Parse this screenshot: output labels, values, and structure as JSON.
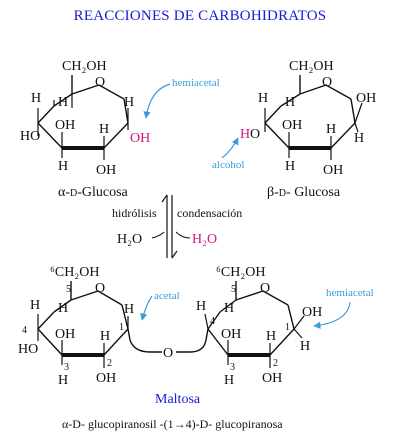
{
  "title": "REACCIONES DE CARBOHIDRATOS",
  "top": {
    "left_name_prefix": "α-",
    "left_name_d": "D",
    "left_name_suffix": "-Glucosa",
    "right_name_prefix": "β-",
    "right_name_d": "D",
    "right_name_suffix": "- Glucosa",
    "hemiacetal_note": "hemiacetal",
    "alcohol_note": "alcohol",
    "ch2oh": "CH₂OH"
  },
  "middle": {
    "hydrolysis": "hidrólisis",
    "condensation": "condensación",
    "water_left": "H₂O",
    "water_right": "H₂O"
  },
  "bottom": {
    "ch2oh_left": "⁶CH₂OH",
    "ch2oh_right": "⁶CH₂OH",
    "acetal_note": "acetal",
    "hemiacetal_note": "hemiacetal",
    "name": "Maltosa",
    "full_name": "α-D- glucopiranosil -(1→4)-D- glucopiranosa",
    "carbon_numbers": [
      "5",
      "4",
      "3",
      "2",
      "1",
      "5",
      "4",
      "3",
      "2",
      "1"
    ]
  },
  "colors": {
    "title": "#1a1ad6",
    "note": "#3a9bd6",
    "highlight": "#d6157f",
    "maltosa": "#1a1ad6"
  }
}
